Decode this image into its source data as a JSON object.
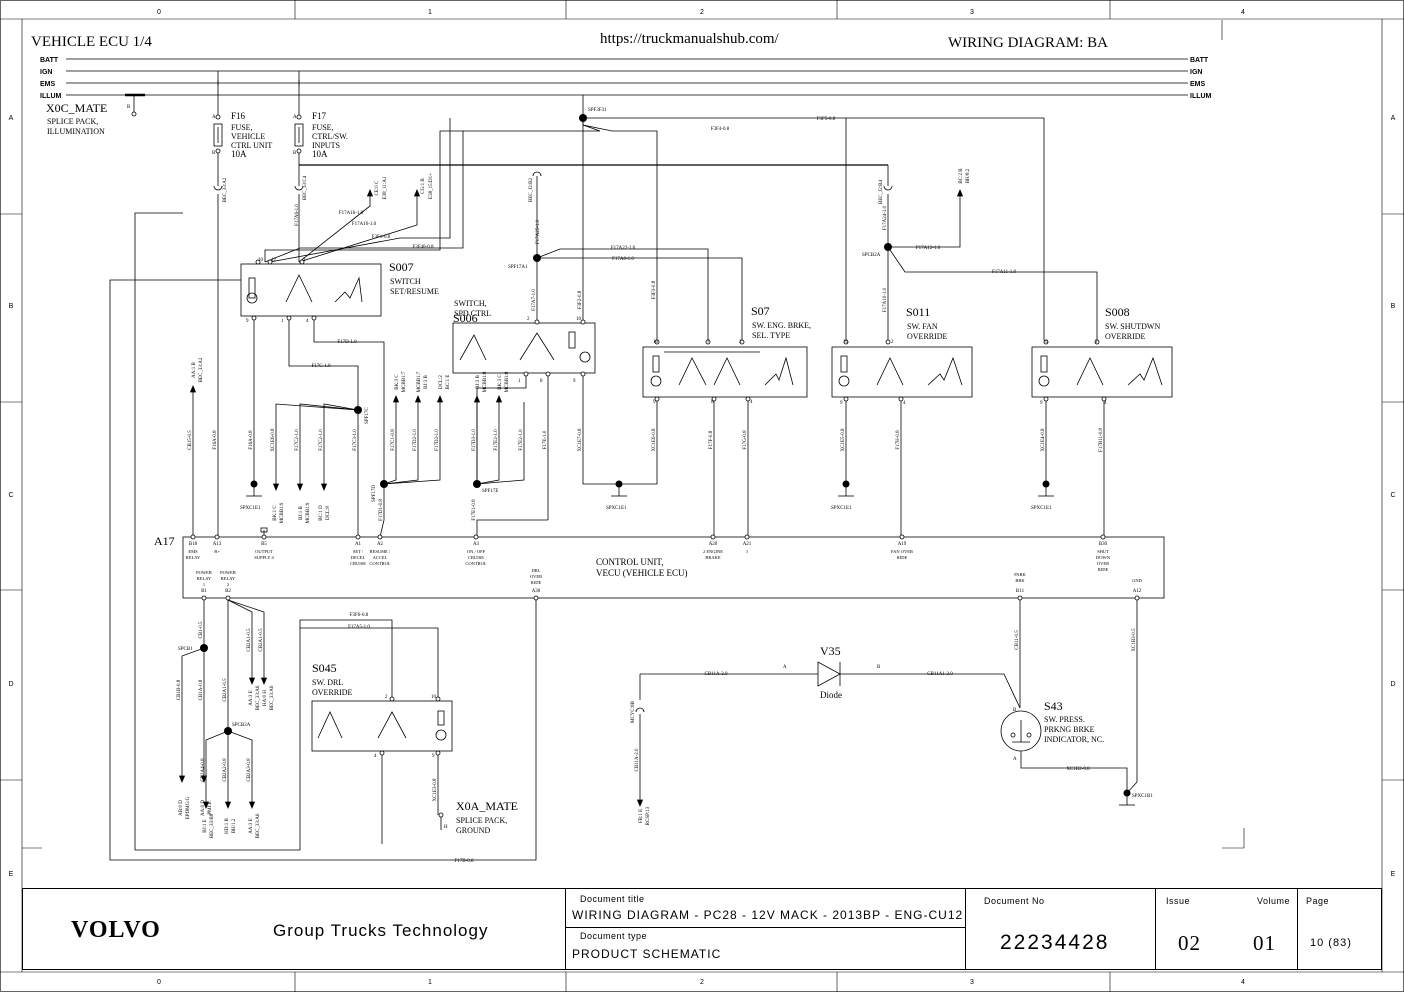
{
  "header": {
    "title_left": "VEHICLE ECU 1/4",
    "url": "https://truckmanualshub.com/",
    "title_right": "WIRING DIAGRAM:  BA"
  },
  "grid": {
    "columns": [
      "0",
      "1",
      "2",
      "3",
      "4"
    ],
    "rows": [
      "A",
      "B",
      "C",
      "D",
      "E"
    ]
  },
  "buses": [
    "BATT",
    "IGN",
    "EMS",
    "ILLUM"
  ],
  "components": {
    "x0c": {
      "id": "X0C_MATE",
      "desc": [
        "SPLICE PACK,",
        "ILLUMINATION"
      ]
    },
    "f16": {
      "id": "F16",
      "desc": [
        "FUSE,",
        "VEHICLE",
        "CTRL UNIT",
        "10A"
      ]
    },
    "f17": {
      "id": "F17",
      "desc": [
        "FUSE,",
        "CTRL/SW.",
        "INPUTS",
        "10A"
      ]
    },
    "s007": {
      "id": "S007",
      "desc": [
        "SWITCH",
        "SET/RESUME"
      ]
    },
    "s006": {
      "id": "S006",
      "desc": [
        "SWITCH,",
        "SPD CTRL"
      ]
    },
    "s07": {
      "id": "S07",
      "desc": [
        "SW. ENG. BRKE,",
        "SEL. TYPE"
      ]
    },
    "s011": {
      "id": "S011",
      "desc": [
        "SW. FAN",
        "OVERRIDE"
      ]
    },
    "s008": {
      "id": "S008",
      "desc": [
        "SW. SHUTDWN",
        "OVERRIDE"
      ]
    },
    "a17": {
      "id": "A17",
      "desc": [
        "CONTROL UNIT,",
        "VECU (VEHICLE ECU)"
      ]
    },
    "s045": {
      "id": "S045",
      "desc": [
        "SW. DRL",
        "OVERRIDE"
      ]
    },
    "v35": {
      "id": "V35",
      "desc": [
        "Diode"
      ]
    },
    "s43": {
      "id": "S43",
      "desc": [
        "SW. PRESS.",
        "PRKNG BRKE",
        "INDICATOR, NC."
      ]
    },
    "x0a": {
      "id": "X0A_MATE",
      "desc": [
        "SPLICE PACK,",
        "GROUND"
      ]
    }
  },
  "wire_labels": [
    "SPF3F31",
    "F3F5-0.8",
    "F3F4-0.8",
    "F17A16-1.0",
    "F17A16-1.0",
    "F3F1-0.8",
    "F3F40-0.8",
    "F17A22-1.0",
    "F17A8-1.0",
    "F17A12-1.0",
    "F17A11-1.0",
    "F17D-1.0",
    "F17C-1.0",
    "CB15-0.5",
    "F16A-0.8",
    "XC1E6-0.8",
    "F17C2-1.0",
    "F17C2-1.0",
    "F17C3-1.0",
    "F17C1-0.8",
    "F17D2-1.0",
    "F17D2-1.0",
    "F17D3-1.0",
    "F17E2-1.0",
    "F17E2-1.0",
    "F17E-1.0",
    "F17E-0.8",
    "XC1E7-0.8",
    "XC1E6-0.8",
    "F17F-0.8",
    "F17G-0.8",
    "XC1E5-0.8",
    "F17H-0.8",
    "XC1E4-0.8",
    "F17B11-0.8",
    "F3F6-0.8",
    "F17A5-1.0",
    "CB11A-2.0",
    "CB11A1-2.0",
    "CB11-0.5",
    "XC1B3-0.5",
    "XC1B2-0.8",
    "XC1E3-0.8",
    "F17B-0.8",
    "CB11A-2.0",
    "SPXC1E1",
    "SPXC1E1",
    "SPXC1E1",
    "SPXC1E1",
    "SPXC1B1",
    "SPCB1",
    "SPCB2A",
    "SPF17A1",
    "SPF17A7",
    "SPF17C",
    "SPF17D",
    "SPF17E"
  ],
  "a17_pins": [
    {
      "pin": "B18",
      "name": "EMS RELAY"
    },
    {
      "pin": "A13",
      "name": "B+"
    },
    {
      "pin": "B5",
      "name": "OUTPUT SUPPLY 4"
    },
    {
      "pin": "A1",
      "name": "SET / DECEL CRUISE"
    },
    {
      "pin": "A2",
      "name": "RESUME / ACCEL CONTROL"
    },
    {
      "pin": "A3",
      "name": "ON / OFF CRUISE CONTROL"
    },
    {
      "pin": "A20",
      "name": "2 ENGINE BRAKE"
    },
    {
      "pin": "A21",
      "name": "1"
    },
    {
      "pin": "A19",
      "name": "FAN OVER RIDE"
    },
    {
      "pin": "B30",
      "name": "SHUT DOWN OVER RIDE"
    },
    {
      "pin": "B1",
      "name": "POWER RELAY 1"
    },
    {
      "pin": "B2",
      "name": "POWER RELAY 2"
    },
    {
      "pin": "A30",
      "name": "DRL OVER RIDE"
    },
    {
      "pin": "B11",
      "name": "PARK BRK"
    },
    {
      "pin": "A12",
      "name": "GND"
    }
  ],
  "footer": {
    "logo": "VOLVO",
    "company": "Group Trucks Technology",
    "doc_title_label": "Document title",
    "doc_title": "WIRING DIAGRAM - PC28 - 12V MACK - 2013BP - ENG-CU12",
    "doc_type_label": "Document type",
    "doc_type": "PRODUCT SCHEMATIC",
    "doc_no_label": "Document No",
    "doc_no": "22234428",
    "issue_label": "Issue",
    "issue": "02",
    "volume_label": "Volume",
    "volume": "01",
    "page_label": "Page",
    "page": "10 (83)"
  }
}
